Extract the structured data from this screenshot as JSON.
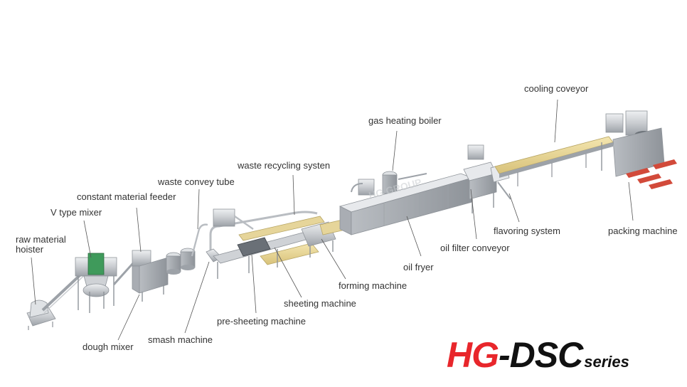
{
  "labels": {
    "raw_material_hoister": "raw material hoister",
    "v_type_mixer": "V type mixer",
    "constant_material_feeder": "constant material feeder",
    "waste_convey_tube": "waste convey tube",
    "waste_recycling_system": "waste recycling systen",
    "gas_heating_boiler": "gas heating boiler",
    "cooling_conveyor": "cooling coveyor",
    "flavoring_system": "flavoring system",
    "packing_machine": "packing machine",
    "oil_filter_conveyor": "oil filter conveyor",
    "oil_fryer": "oil fryer",
    "forming_machine": "forming machine",
    "sheeting_machine": "sheeting machine",
    "pre_sheeting_machine": "pre-sheeting machine",
    "smash_machine": "smash machine",
    "dough_mixer": "dough mixer"
  },
  "brand": {
    "prefix": "HG",
    "dash": "-",
    "model": "DSC",
    "suffix": "series",
    "colors": {
      "prefix": "#e8262b",
      "model": "#111111"
    }
  },
  "watermark": "HG GROUP",
  "colors": {
    "steel": "#c9ccd0",
    "steel_dark": "#8e9399",
    "product": "#e6d59a",
    "tray": "#d24a3a",
    "leader": "#555555",
    "label_text": "#333333"
  }
}
